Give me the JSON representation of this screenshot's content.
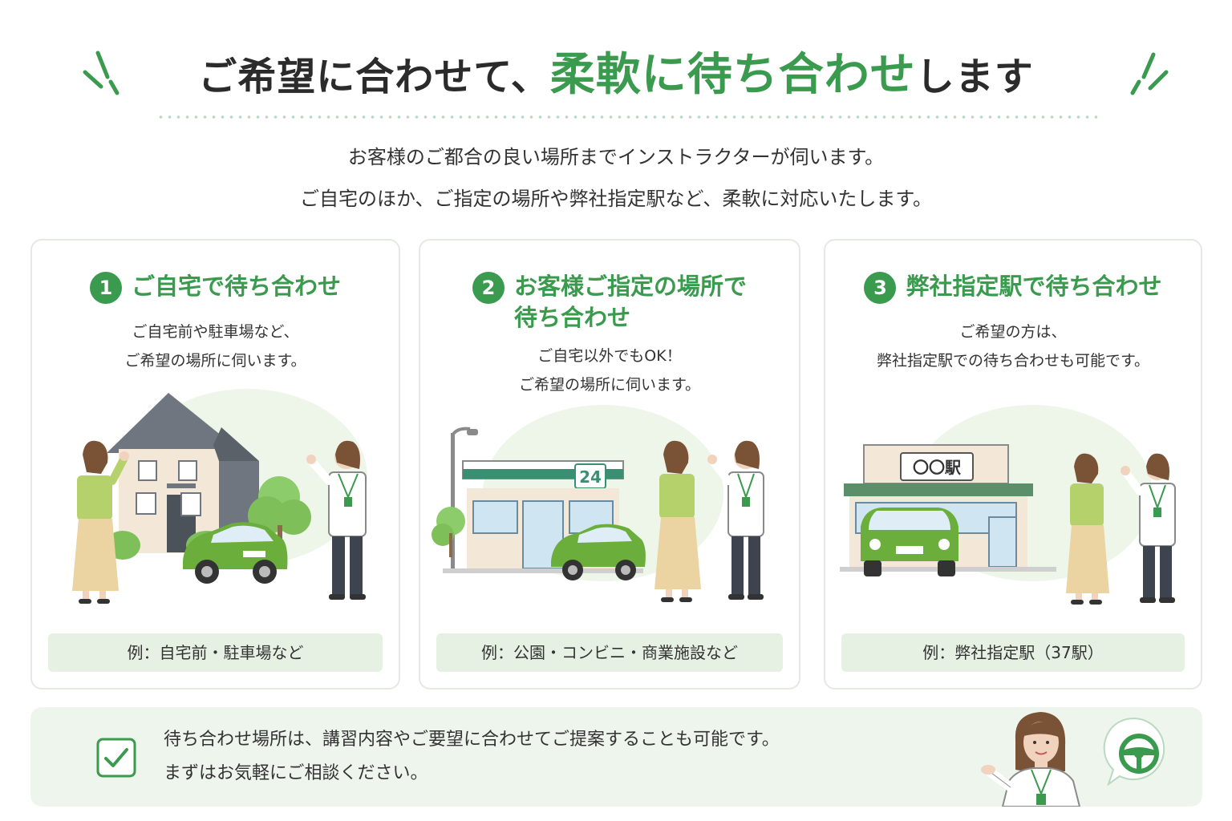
{
  "header": {
    "title_part1": "ご希望に合わせて、",
    "title_accent": "柔軟に待ち合わせ",
    "title_part2": "します"
  },
  "lead": {
    "line1": "お客様のご都合の良い場所までインストラクターが伺います。",
    "line2": "ご自宅のほか、ご指定の場所や弊社指定駅など、柔軟に対応いたします。"
  },
  "cards": [
    {
      "number": "1",
      "title_line1": "ご自宅で待ち合わせ",
      "title_line2": "",
      "desc_line1": "ご自宅前や駐車場など、",
      "desc_line2": "ご希望の場所に伺います。",
      "example": "例：自宅前・駐車場など"
    },
    {
      "number": "2",
      "title_line1": "お客様ご指定の場所で",
      "title_line2": "待ち合わせ",
      "desc_line1": "ご自宅以外でもOK！",
      "desc_line2": "ご希望の場所に伺います。",
      "store_sign": "24",
      "example": "例：公園・コンビニ・商業施設など"
    },
    {
      "number": "3",
      "title_line1": "弊社指定駅で待ち合わせ",
      "title_line2": "",
      "desc_line1": "ご希望の方は、",
      "desc_line2": "弊社指定駅での待ち合わせも可能です。",
      "station_sign": "〇〇駅",
      "example": "例：弊社指定駅（37駅）"
    }
  ],
  "note": {
    "line1": "待ち合わせ場所は、講習内容やご要望に合わせてご提案することも可能です。",
    "line2": "まずはお気軽にご相談ください。"
  },
  "icons": [
    "sparkle-icon",
    "check-icon",
    "steering-wheel-icon"
  ],
  "colors": {
    "accent_green": "#3a9a4e",
    "light_green_bg": "#e6f1e3",
    "note_bg": "#eef5ec",
    "car_green": "#6cae3c"
  }
}
